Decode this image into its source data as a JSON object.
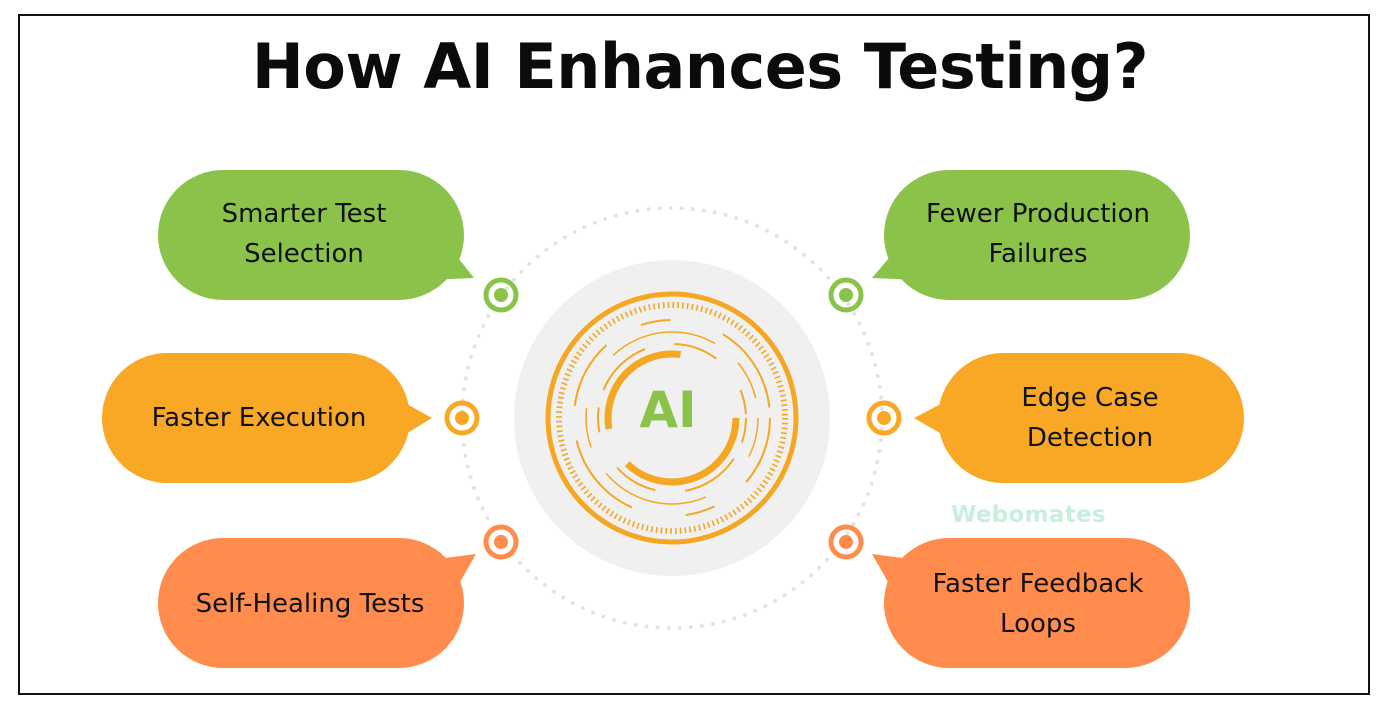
{
  "title": "How AI Enhances Testing?",
  "center": {
    "label": "AI"
  },
  "watermark": "Webomates",
  "benefits": [
    {
      "text": "Smarter Test Selection",
      "color": "green"
    },
    {
      "text": "Faster Execution",
      "color": "amber"
    },
    {
      "text": "Self-Healing Tests",
      "color": "orange"
    },
    {
      "text": "Fewer Production Failures",
      "color": "green"
    },
    {
      "text": "Edge Case Detection",
      "color": "amber"
    },
    {
      "text": "Faster Feedback Loops",
      "color": "orange"
    }
  ],
  "colors": {
    "green": "#8bc34a",
    "amber": "#f9a825",
    "orange": "#ff8c4d",
    "ring": "#f5a623",
    "center_bg": "#f0f0f0",
    "ai_text": "#8bc34a",
    "title": "#0b0b0b",
    "dots": "#e3e3e3"
  }
}
